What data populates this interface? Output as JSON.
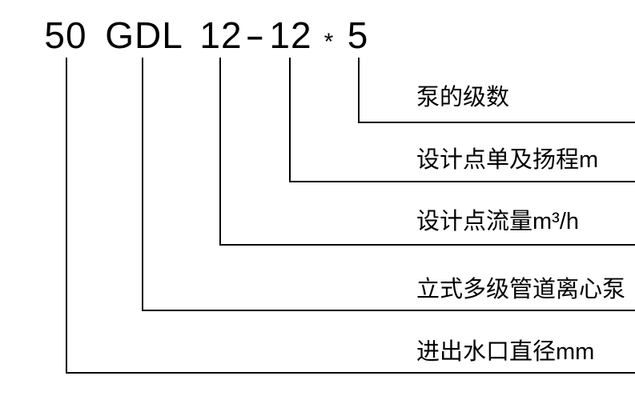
{
  "model_code": {
    "full": "50 GDL 12-12*5",
    "parts": [
      {
        "text": "50"
      },
      {
        "text": "GDL"
      },
      {
        "text": "12"
      },
      {
        "text": "-"
      },
      {
        "text": "12"
      },
      {
        "text": "*"
      },
      {
        "text": "5"
      }
    ]
  },
  "annotations": [
    {
      "part": "5",
      "label": "泵的级数"
    },
    {
      "part": "12",
      "label": "设计点单及扬程m"
    },
    {
      "part": "12",
      "label": "设计点流量m³/h"
    },
    {
      "part": "GDL",
      "label": "立式多级管道离心泵"
    },
    {
      "part": "50",
      "label": "进出水口直径mm"
    }
  ],
  "colors": {
    "line": "#000000",
    "text": "#000000",
    "background": "#ffffff"
  }
}
